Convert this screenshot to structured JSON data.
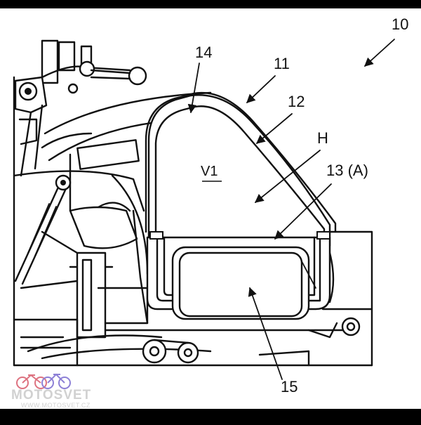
{
  "labels": {
    "fig_ref": "10",
    "ref_11": "11",
    "ref_12": "12",
    "ref_14": "14",
    "ref_h": "H",
    "ref_v1": "V1",
    "ref_13": "13 (A)",
    "ref_15": "15"
  },
  "watermark": {
    "brand": "MOTOSVET",
    "url": "WWW.MOTOSVET.CZ"
  },
  "colors": {
    "background": "#ffffff",
    "frame": "#000000",
    "line": "#111111",
    "watermark": "#c9c9c9"
  }
}
